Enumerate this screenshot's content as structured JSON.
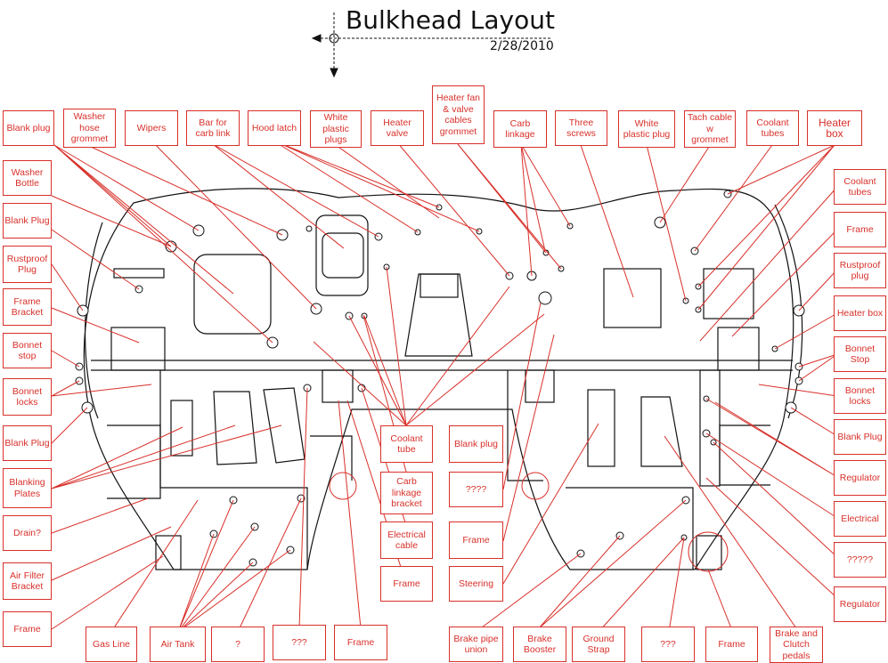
{
  "title": "Bulkhead Layout",
  "date": "2/28/2010",
  "colors": {
    "annotation": "#d8302a",
    "outline": "#111111"
  },
  "labels": {
    "blank_plug_1": "Blank plug",
    "washer_hose_grommet": "Washer\nhose\ngrommet",
    "wipers": "Wipers",
    "bar_carb_link": "Bar for\ncarb link",
    "hood_latch": "Hood latch",
    "white_plastic_plugs": "White\nplastic\nplugs",
    "heater_valve": "Heater\nvalve",
    "heater_fan_cables": "Heater fan\n& valve\ncables\ngrommet",
    "carb_linkage": "Carb\nlinkage",
    "three_screws": "Three\nscrews",
    "white_plastic_plug": "White\nplastic plug",
    "tach_cable_grommet": "Tach cable\nw\ngrommet",
    "coolant_tubes_top": "Coolant\ntubes",
    "heater_box_top": "Heater\nbox",
    "washer_bottle": "Washer\nBottle",
    "blank_plug_2": "Blank Plug",
    "rustproof_plug_l": "Rustproof\nPlug",
    "frame_bracket": "Frame\nBracket",
    "bonnet_stop_l": "Bonnet\nstop",
    "bonnet_locks_l": "Bonnet\nlocks",
    "blank_plug_3": "Blank Plug",
    "blanking_plates": "Blanking\nPlates",
    "drain": "Drain?",
    "air_filter_bracket": "Air Filter\nBracket",
    "frame_l": "Frame",
    "gas_line": "Gas Line",
    "air_tank": "Air Tank",
    "unknown_1": "?",
    "unknown_3": "???",
    "frame_b1": "Frame",
    "coolant_tube": "Coolant\ntube",
    "carb_linkage_bracket": "Carb\nlinkage\nbracket",
    "electrical_cable": "Electrical\ncable",
    "frame_c": "Frame",
    "blank_plug_c": "Blank plug",
    "unknown_4": "????",
    "frame_c2": "Frame",
    "steering": "Steering",
    "brake_pipe_union": "Brake pipe\nunion",
    "brake_booster": "Brake\nBooster",
    "ground_strap": "Ground\nStrap",
    "unknown_3b": "???",
    "frame_b2": "Frame",
    "brake_clutch_pedals": "Brake and\nClutch\npedals",
    "coolant_tubes_r": "Coolant\ntubes",
    "frame_r": "Frame",
    "rustproof_plug_r": "Rustproof\nplug",
    "heater_box_r": "Heater box",
    "bonnet_stop_r": "Bonnet\nStop",
    "bonnet_locks_r": "Bonnet\nlocks",
    "blank_plug_r": "Blank Plug",
    "regulator_1": "Regulator",
    "electrical": "Electrical",
    "unknown_5": "?????",
    "regulator_2": "Regulator"
  }
}
